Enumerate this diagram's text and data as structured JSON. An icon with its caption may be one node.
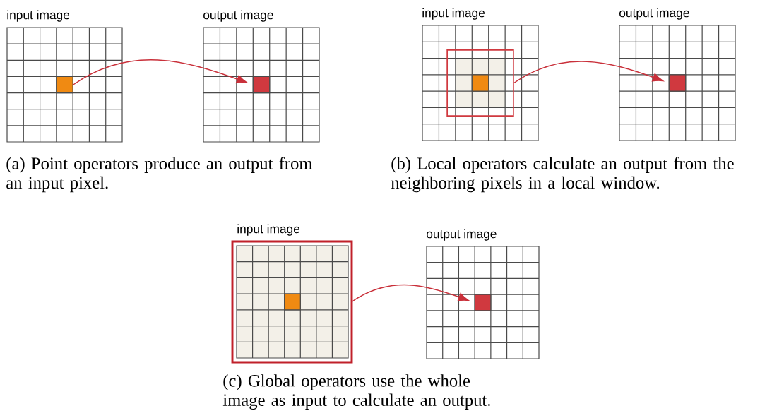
{
  "diagram": {
    "nodes": [
      {
        "text": [
          "input image"
        ]
      },
      {
        "text": [],
        "shape": "box",
        "in": 0
      },
      {
        "text": [
          "output image"
        ]
      },
      {
        "text": [],
        "shape": "box",
        "in": 2
      },
      {
        "text": [
          "input image"
        ]
      },
      {
        "text": [],
        "shape": "box",
        "in": 4
      },
      {
        "text": [],
        "shape": "box",
        "in": 5
      },
      {
        "text": [
          "output image"
        ]
      },
      {
        "text": [],
        "shape": "box",
        "in": 7
      },
      {
        "text": [
          "input image"
        ]
      },
      {
        "text": [],
        "shape": "box",
        "in": 9
      },
      {
        "text": [
          "output image"
        ]
      },
      {
        "text": [],
        "shape": "box",
        "in": 11
      }
    ],
    "edges": [
      {
        "from": 1,
        "to": 3,
        "arrow": "to"
      },
      {
        "from": 5,
        "to": 8,
        "arrow": "to"
      },
      {
        "from": 9,
        "to": 12,
        "arrow": "to"
      }
    ],
    "labels": [
      "(a) Point operators produce an output from an input pixel.",
      "(b) Local operators calculate an output from the neighboring pixels in a local window.",
      "(c) Global operators use the whole image as input to calculate an output."
    ]
  }
}
